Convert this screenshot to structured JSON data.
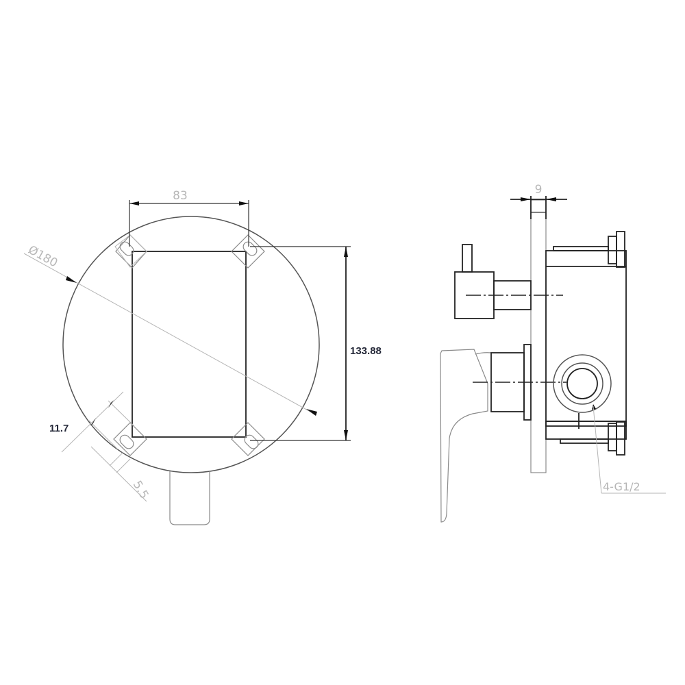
{
  "drawing": {
    "front_view": {
      "dimensions": {
        "hole_spacing_horizontal": "83",
        "diameter": "Ø180",
        "hole_spacing_vertical": "133.88",
        "slot_length": "11.7",
        "slot_width": "5.5"
      }
    },
    "side_view": {
      "dimensions": {
        "plate_thickness": "9"
      },
      "labels": {
        "thread_callout": "4-G1/2"
      }
    },
    "colors": {
      "line": "#222222",
      "light_dimension_text": "#b8b8b8",
      "dark_dimension_text": "#262a3a",
      "background": "#ffffff"
    }
  }
}
